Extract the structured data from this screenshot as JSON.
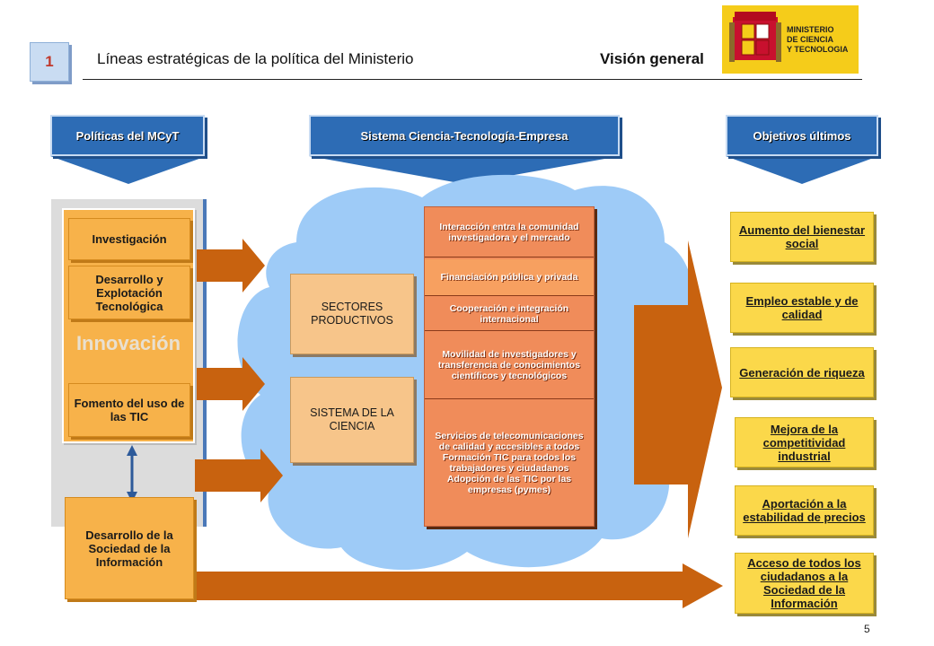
{
  "header": {
    "section_number": "1",
    "title": "Líneas estratégicas de la política del Ministerio",
    "subtitle": "Visión general",
    "logo_text": [
      "MINISTERIO",
      "DE CIENCIA",
      "Y TECNOLOGIA"
    ],
    "page_number": "5"
  },
  "columns": {
    "left": "Políticas del MCyT",
    "center": "Sistema Ciencia-Tecnología-Empresa",
    "right": "Objetivos últimos"
  },
  "left_panel": {
    "group_label": "Innovación",
    "items": [
      "Investigación",
      "Desarrollo y Explotación Tecnológica",
      "Fomento del uso de las TIC"
    ],
    "bottom_item": "Desarrollo de la Sociedad de la Información"
  },
  "center_panel": {
    "sectors": [
      "SECTORES PRODUCTIVOS",
      "SISTEMA DE LA CIENCIA"
    ],
    "items": [
      "Interacción entra la comunidad investigadora y el mercado",
      "Financiación pública y privada",
      "Cooperación e integración internacional",
      "Movilidad de investigadores y transferencia de conocimientos científicos y tecnológicos",
      "Servicios de telecomunicaciones de calidad y accesibles a todos",
      "Formación TIC para todos los trabajadores y ciudadanos",
      "Adopción de las TIC por las empresas (pymes)"
    ]
  },
  "objectives": [
    "Aumento del bienestar social",
    "Empleo estable y de calidad",
    "Generación de riqueza",
    "Mejora de la competitividad industrial",
    "Aportación a la estabilidad de precios",
    "Acceso de todos los ciudadanos a la Sociedad de la Información"
  ],
  "colors": {
    "header_blue": "#2d6cb5",
    "arrow_orange": "#c8620f",
    "cloud_blue": "#9ecbf7",
    "orange_box": "#f7b24a",
    "yellow_box": "#fbd84a",
    "salmon_box": "#f7c58a",
    "coral_box": "#f08c5a",
    "badge_red": "#c0392b"
  }
}
